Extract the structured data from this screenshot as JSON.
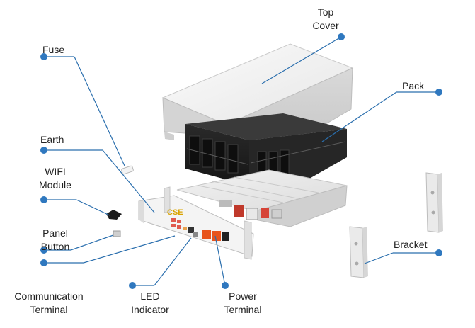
{
  "colors": {
    "leader": "#2b6fae",
    "dot": "#2f78bf",
    "text": "#222222",
    "cover": "#eeeeee",
    "pack": "#1e1e1e",
    "tray": "#e7e7e7",
    "accent_orange": "#e8541c",
    "accent_red": "#d64438"
  },
  "labels": {
    "top_cover": [
      "Top",
      "Cover"
    ],
    "fuse": "Fuse",
    "pack": "Pack",
    "earth": "Earth",
    "wifi_module": [
      "WIFI",
      "Module"
    ],
    "panel_button": [
      "Panel",
      "Button"
    ],
    "bracket": "Bracket",
    "communication_terminal": [
      "Communication",
      "Terminal"
    ],
    "led_indicator": [
      "LED",
      "Indicator"
    ],
    "power_terminal": [
      "Power",
      "Terminal"
    ]
  },
  "panel_logo": "CSE"
}
